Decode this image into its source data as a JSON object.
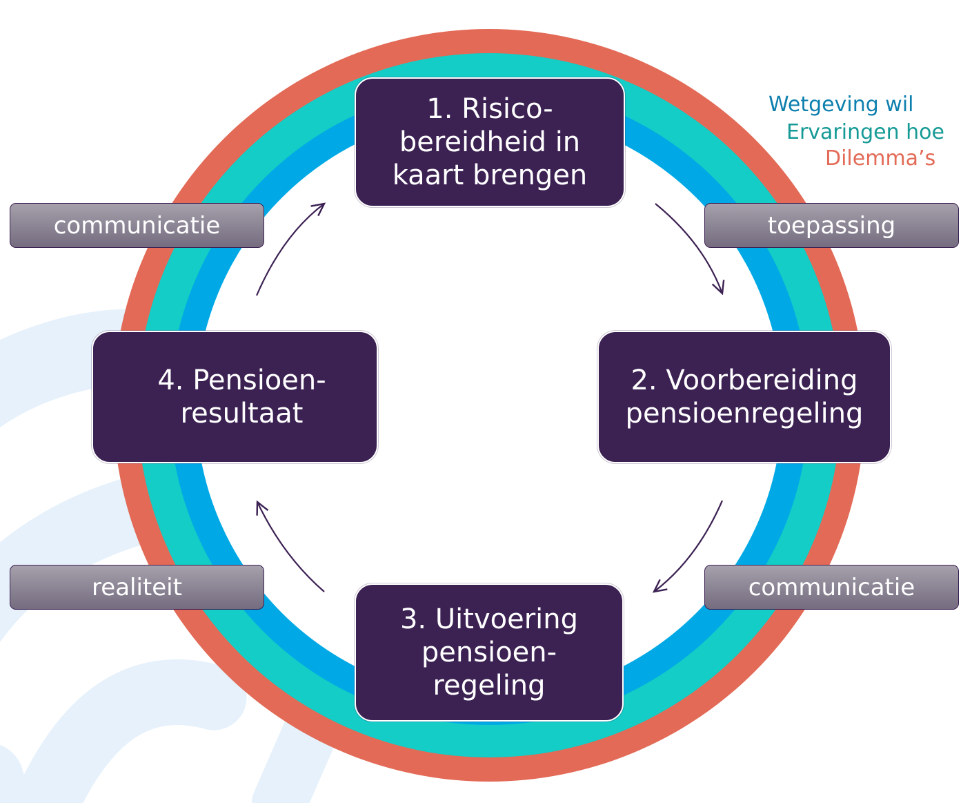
{
  "colors": {
    "outer_ring": "#e26a56",
    "middle_ring": "#13cdc6",
    "inner_ring": "#00a9e6",
    "step_box": "#3c2153",
    "legend_1": "#0d7fae",
    "legend_2": "#159a96",
    "legend_3": "#e26a56",
    "background_swirl": "#e6f1fb"
  },
  "steps": [
    {
      "label": "1. Risico-\nbereidheid in\nkaart brengen"
    },
    {
      "label": "2. Voorbereiding\npensioenregeling"
    },
    {
      "label": "3. Uitvoering\npensioen-\nregeling"
    },
    {
      "label": "4. Pensioen-\nresultaat"
    }
  ],
  "tags": {
    "top_left": "communicatie",
    "top_right": "toepassing",
    "bottom_left": "realiteit",
    "bottom_right": "communicatie"
  },
  "legend": [
    {
      "text": "Wetgeving wil"
    },
    {
      "text": "Ervaringen hoe"
    },
    {
      "text": "Dilemma’s"
    }
  ]
}
